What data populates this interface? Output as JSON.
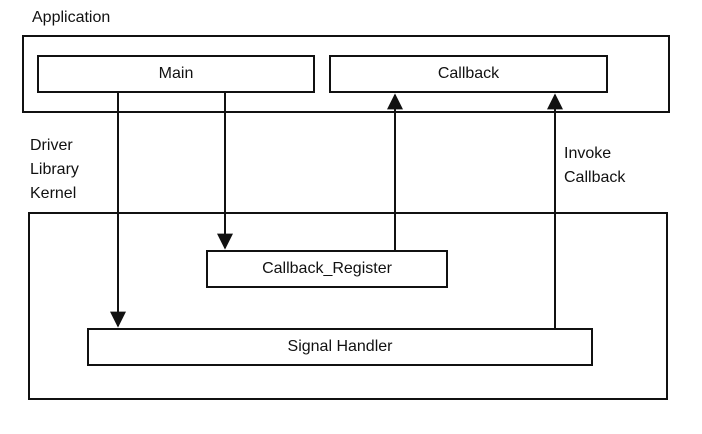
{
  "regions": {
    "application_label": "Application",
    "lower_labels": [
      "Driver",
      "Library",
      "Kernel"
    ]
  },
  "nodes": {
    "main": "Main",
    "callback": "Callback",
    "callback_register": "Callback_Register",
    "signal_handler": "Signal Handler"
  },
  "annotations": {
    "invoke_callback": [
      "Invoke",
      "Callback"
    ]
  }
}
